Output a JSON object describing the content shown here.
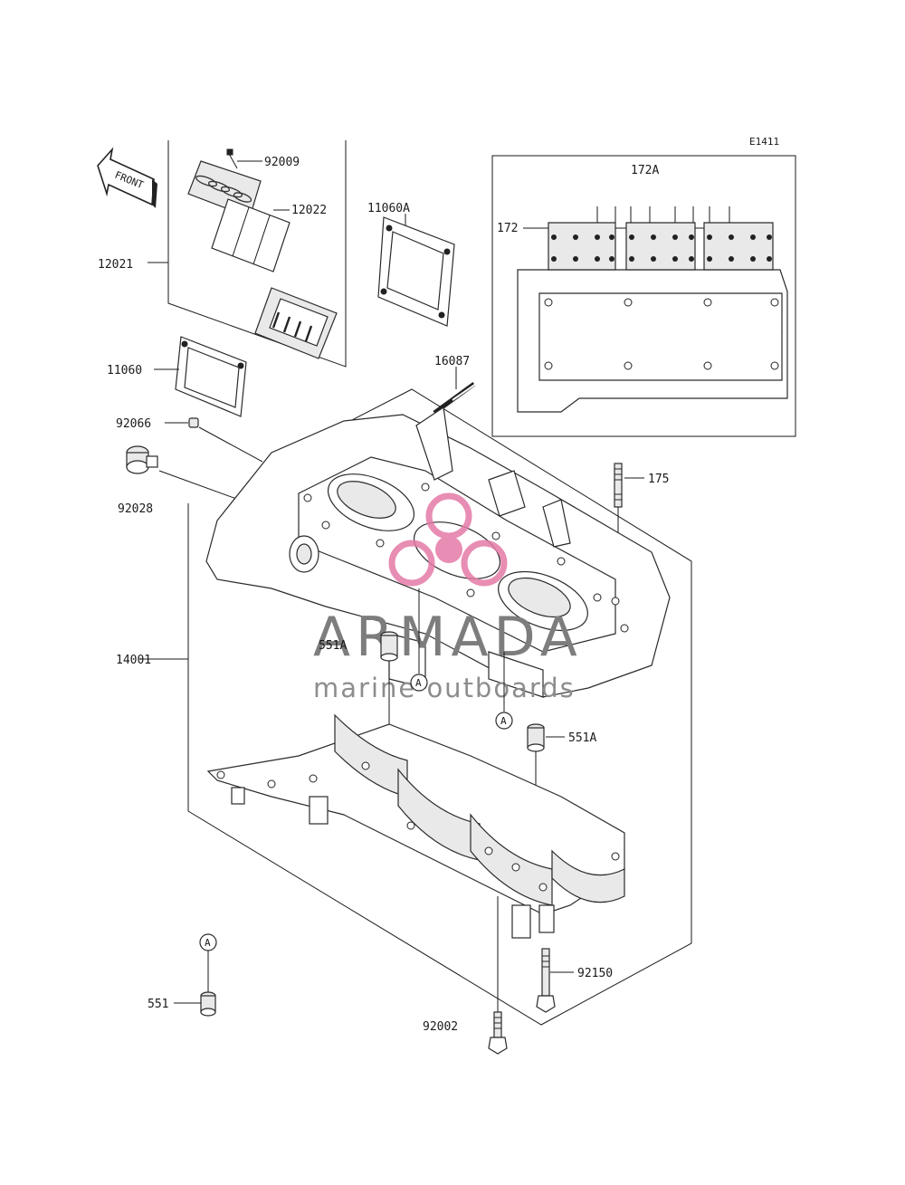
{
  "diagram": {
    "code": "E1411",
    "front_label": "FRONT",
    "ref_marker": "A",
    "callouts": {
      "p92009": "92009",
      "p12022": "12022",
      "p12021": "12021",
      "p11060A": "11060A",
      "p11060": "11060",
      "p92066": "92066",
      "p92028": "92028",
      "p16087": "16087",
      "p172A": "172A",
      "p172": "172",
      "p175": "175",
      "p14001": "14001",
      "p551A_1": "551A",
      "p551A_2": "551A",
      "p551": "551",
      "p92150": "92150",
      "p92002": "92002"
    }
  },
  "watermark": {
    "title": "ARMADA",
    "subtitle": "marine outboards",
    "logo_color": "#e57aa6"
  }
}
